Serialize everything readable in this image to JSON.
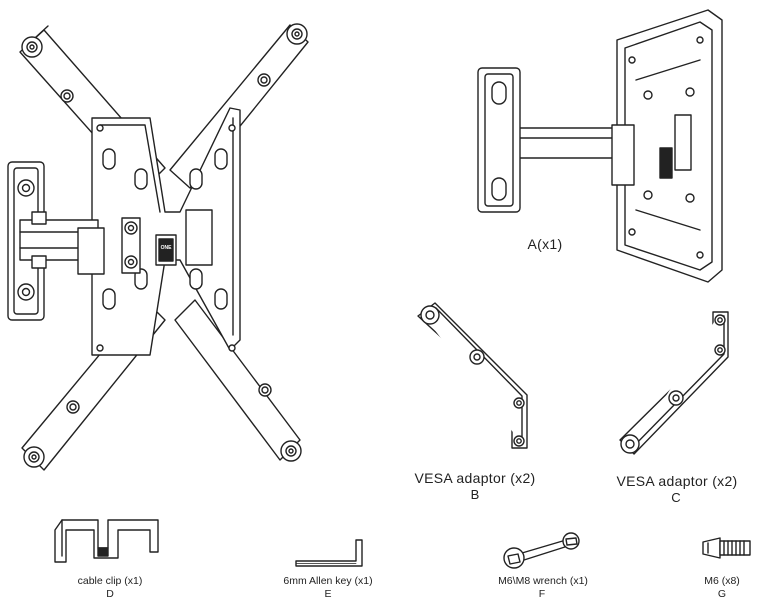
{
  "parts": {
    "a": {
      "label": "A(x1)"
    },
    "b": {
      "label": "VESA adaptor (x2)",
      "letter": "B"
    },
    "c": {
      "label": "VESA adaptor (x2)",
      "letter": "C"
    },
    "d": {
      "label": "cable clip (x1)",
      "letter": "D"
    },
    "e": {
      "label": "6mm Allen key (x1)",
      "letter": "E"
    },
    "f": {
      "label": "M6\\M8 wrench (x1)",
      "letter": "F"
    },
    "g": {
      "label": "M6 (x8)",
      "letter": "G"
    }
  },
  "logo_text": "ONE FOR ALL",
  "colors": {
    "line": "#222222",
    "fill": "#ffffff",
    "shade": "#d9d9d9"
  }
}
